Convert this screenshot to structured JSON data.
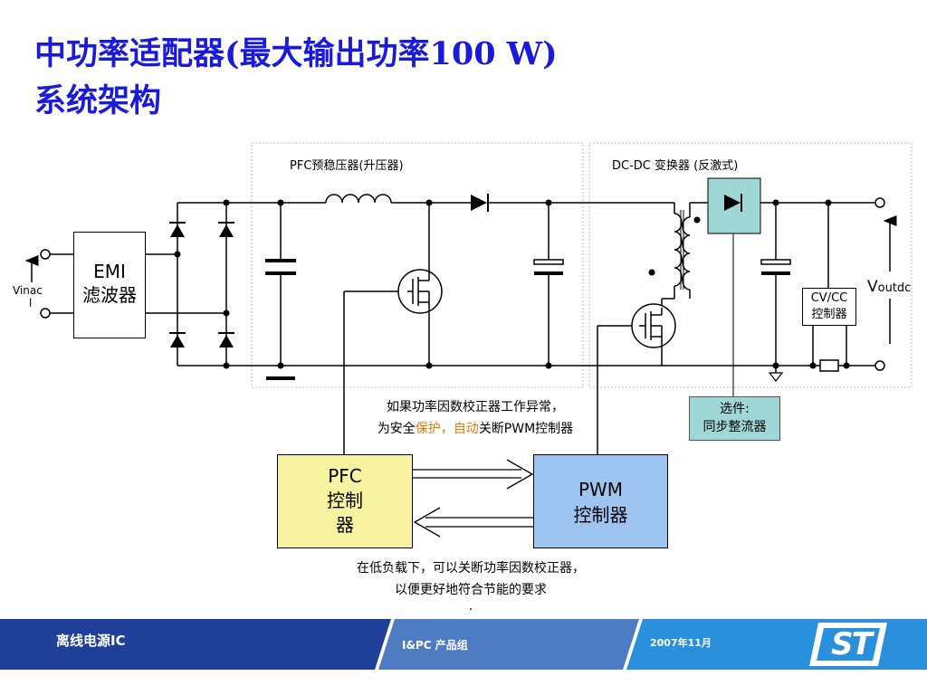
{
  "title": {
    "line1": "中功率适配器(最大输出功率100 W)",
    "line2": "系统架构"
  },
  "sections": {
    "pfc": "PFC预稳压器(升压器)",
    "dcdc": "DC-DC 变换器 (反激式)"
  },
  "labels": {
    "vin": "Vinac",
    "vin_suffix": "l",
    "vout_v": "V",
    "vout_rest": "outdc"
  },
  "blocks": {
    "emi_line1": "EMI",
    "emi_line2": "滤波器",
    "cvcc_line1": "CV/CC",
    "cvcc_line2": "控制器",
    "option_line1": "选件:",
    "option_line2": "同步整流器",
    "pfc_ctrl_line1": "PFC",
    "pfc_ctrl_line2": "控制",
    "pfc_ctrl_line3": "器",
    "pwm_ctrl_line1": "PWM",
    "pwm_ctrl_line2": "控制器"
  },
  "notes": {
    "protect_line1": "如果功率因数校正器工作异常，",
    "protect_pre": "为安全",
    "protect_hl1": "保护，",
    "protect_hl2": "自动",
    "protect_post": "关断PWM控制器",
    "bottom_line1": "在低负载下，可以关断功率因数校正器，",
    "bottom_line2": "以便更好地符合节能的要求",
    "bottom_dot": "."
  },
  "footer": {
    "left": "离线电源IC",
    "center": "I&PC 产品组",
    "right": "2007年11月",
    "logo": "ST"
  },
  "colors": {
    "title": "#1a1adb",
    "pfc_block": "#f7f3a0",
    "pwm_block": "#9ec5f2",
    "option_block": "#9fd6d6",
    "highlight": "#e07a00",
    "footer_dark": "#1f3f98",
    "footer_mid": "#4d7cc2",
    "footer_light": "#2a8fdc"
  }
}
